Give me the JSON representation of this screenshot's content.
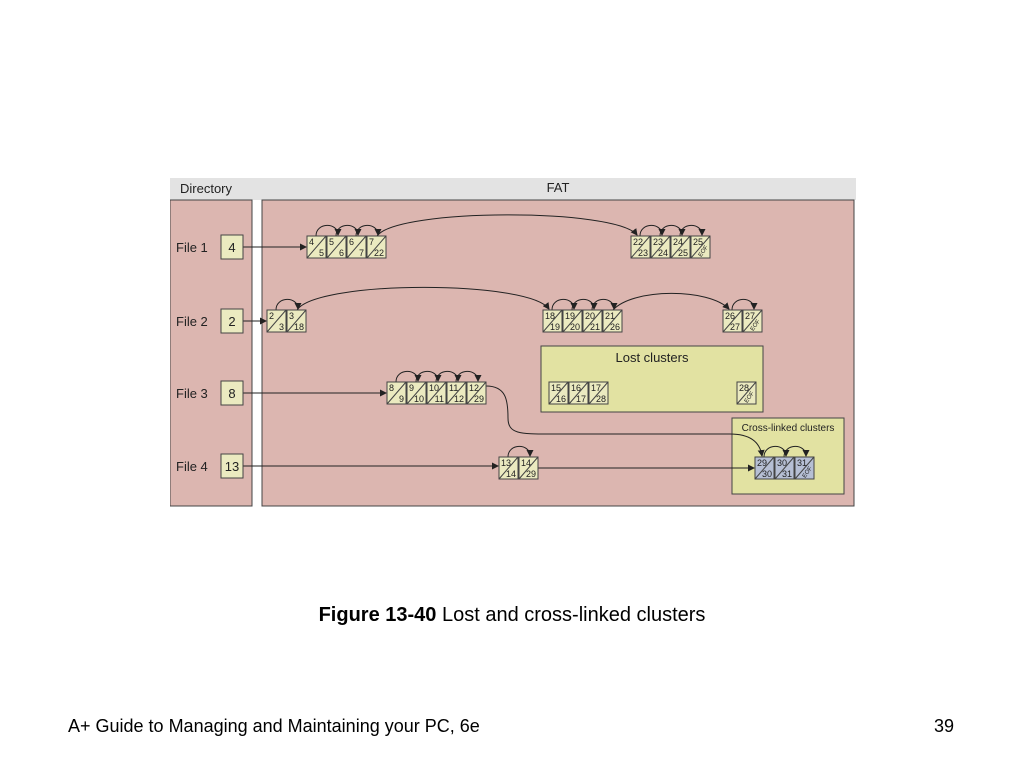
{
  "diagram": {
    "directory_header": "Directory",
    "fat_header": "FAT",
    "lost_label": "Lost clusters",
    "cross_label": "Cross-linked clusters",
    "colors": {
      "panel": "#dcb6b0",
      "header": "#e3e3e3",
      "cell": "#ebeac0",
      "box": "#e2e2a2",
      "cross_cell": "#b6bfd4",
      "stroke": "#444444",
      "arrow": "#222222"
    },
    "files": [
      {
        "name": "File 1",
        "start": "4"
      },
      {
        "name": "File 2",
        "start": "2"
      },
      {
        "name": "File 3",
        "start": "8"
      },
      {
        "name": "File 4",
        "start": "13"
      }
    ],
    "clusters": [
      {
        "top": "4",
        "bottom": "5"
      },
      {
        "top": "5",
        "bottom": "6"
      },
      {
        "top": "6",
        "bottom": "7"
      },
      {
        "top": "7",
        "bottom": "22"
      },
      {
        "top": "22",
        "bottom": "23"
      },
      {
        "top": "23",
        "bottom": "24"
      },
      {
        "top": "24",
        "bottom": "25"
      },
      {
        "top": "25",
        "bottom": "EOF"
      },
      {
        "top": "2",
        "bottom": "3"
      },
      {
        "top": "3",
        "bottom": "18"
      },
      {
        "top": "18",
        "bottom": "19"
      },
      {
        "top": "19",
        "bottom": "20"
      },
      {
        "top": "20",
        "bottom": "21"
      },
      {
        "top": "21",
        "bottom": "26"
      },
      {
        "top": "26",
        "bottom": "27"
      },
      {
        "top": "27",
        "bottom": "EOF"
      },
      {
        "top": "15",
        "bottom": "16"
      },
      {
        "top": "16",
        "bottom": "17"
      },
      {
        "top": "17",
        "bottom": "28"
      },
      {
        "top": "28",
        "bottom": "EOF"
      },
      {
        "top": "8",
        "bottom": "9"
      },
      {
        "top": "9",
        "bottom": "10"
      },
      {
        "top": "10",
        "bottom": "11"
      },
      {
        "top": "11",
        "bottom": "12"
      },
      {
        "top": "12",
        "bottom": "29"
      },
      {
        "top": "13",
        "bottom": "14"
      },
      {
        "top": "14",
        "bottom": "29"
      },
      {
        "top": "29",
        "bottom": "30"
      },
      {
        "top": "30",
        "bottom": "31"
      },
      {
        "top": "31",
        "bottom": "EOF"
      }
    ]
  },
  "caption": {
    "label": "Figure 13-40",
    "text": " Lost and cross-linked clusters"
  },
  "footer": {
    "title": "A+ Guide to Managing and Maintaining your PC, 6e",
    "page": "39"
  }
}
